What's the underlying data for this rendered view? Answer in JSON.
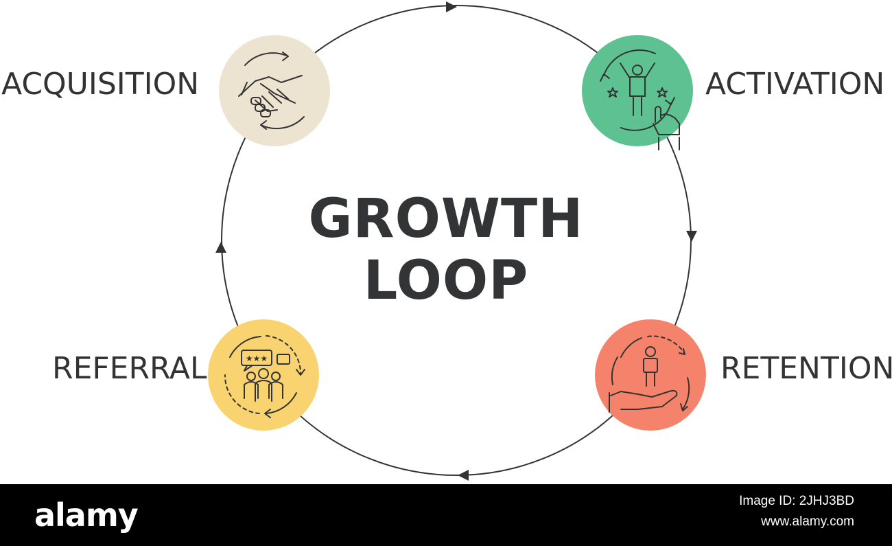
{
  "title": {
    "line1": "GROWTH",
    "line2": "LOOP"
  },
  "stages": {
    "acquisition": {
      "label": "ACQUISITION",
      "icon": "handshake-icon",
      "color": "#EDE3D1"
    },
    "activation": {
      "label": "ACTIVATION",
      "icon": "person-cheering-click-icon",
      "color": "#5EC192"
    },
    "retention": {
      "label": "RETENTION",
      "icon": "person-on-hand-icon",
      "color": "#F5836C"
    },
    "referral": {
      "label": "REFERRAL",
      "icon": "group-review-icon",
      "color": "#F8D36F"
    }
  },
  "footer": {
    "brand": "alamy",
    "image_id": "Image ID: 2JHJ3BD",
    "url": "www.alamy.com"
  }
}
